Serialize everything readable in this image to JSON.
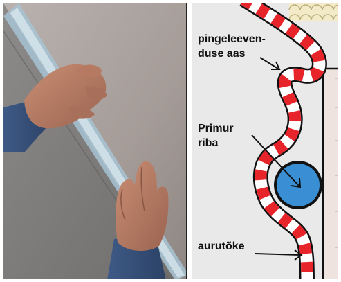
{
  "photo": {
    "description_icon": "hands-applying-tape-photo"
  },
  "diagram": {
    "labels": {
      "tension_loop_line1": "pingeleeven-",
      "tension_loop_line2": "duse aas",
      "primer_strip_line1": "Primur",
      "primer_strip_line2": "riba",
      "vapor_barrier": "aurutõke"
    },
    "colors": {
      "stripe_red": "#e8242b",
      "stripe_white": "#ffffff",
      "primer_blue": "#3a8fd4",
      "wall_pink": "#efe3df",
      "background": "#e9e9e9"
    }
  }
}
